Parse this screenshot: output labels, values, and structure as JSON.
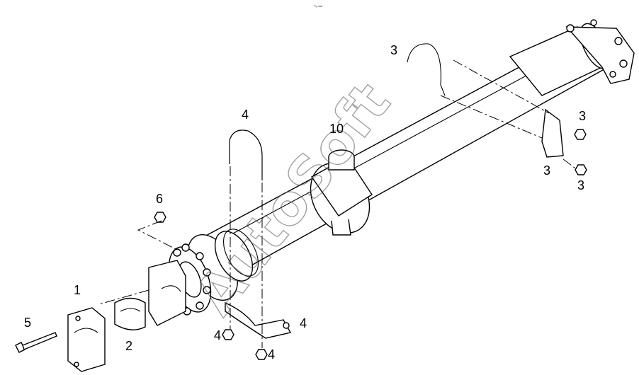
{
  "header": {
    "scale_note": "⁰/₀ mm"
  },
  "watermark": {
    "text": "AutoSoft"
  },
  "callouts": [
    {
      "id": "c1",
      "text": "1"
    },
    {
      "id": "c2",
      "text": "2"
    },
    {
      "id": "c3a",
      "text": "3"
    },
    {
      "id": "c3b",
      "text": "3"
    },
    {
      "id": "c3c",
      "text": "3"
    },
    {
      "id": "c3d",
      "text": "3"
    },
    {
      "id": "c4a",
      "text": "4"
    },
    {
      "id": "c4b",
      "text": "4"
    },
    {
      "id": "c4c",
      "text": "4"
    },
    {
      "id": "c4d",
      "text": "4"
    },
    {
      "id": "c5",
      "text": "5"
    },
    {
      "id": "c6",
      "text": "6"
    },
    {
      "id": "c10",
      "text": "10"
    }
  ]
}
